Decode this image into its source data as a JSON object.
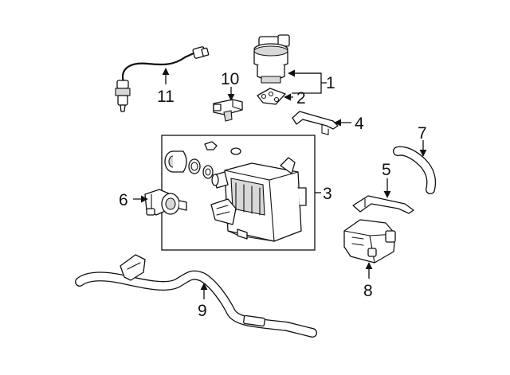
{
  "callouts": {
    "c1": "1",
    "c2": "2",
    "c3": "3",
    "c4": "4",
    "c5": "5",
    "c6": "6",
    "c7": "7",
    "c8": "8",
    "c9": "9",
    "c10": "10",
    "c11": "11"
  },
  "colors": {
    "line": "#111111",
    "background": "#ffffff",
    "shade": "#d8d8d8"
  }
}
